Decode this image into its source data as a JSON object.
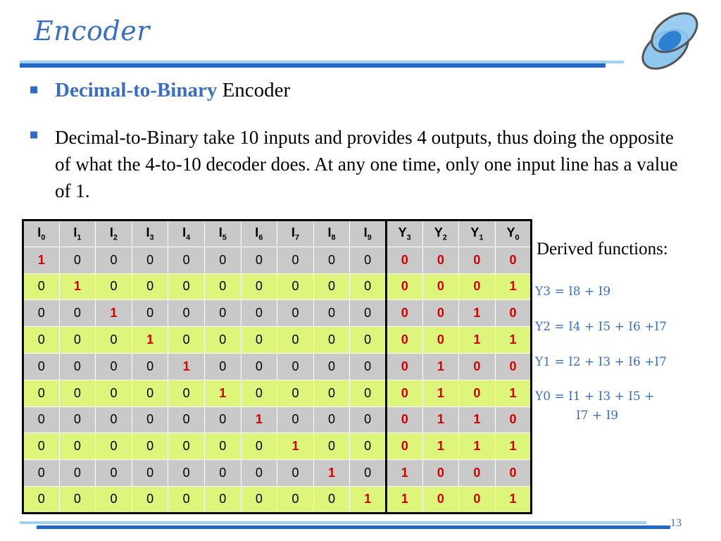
{
  "slide": {
    "title": "Encoder",
    "page_number": "13"
  },
  "bullets": [
    {
      "highlight": "Decimal-to-Binary",
      "rest": " Encoder"
    },
    {
      "text": "Decimal-to-Binary take 10 inputs and provides 4 outputs, thus doing the opposite of what the 4-to-10 decoder does. At any one time, only one input line has a value of 1."
    }
  ],
  "table": {
    "headers": [
      {
        "base": "I",
        "sub": "0"
      },
      {
        "base": "I",
        "sub": "1"
      },
      {
        "base": "I",
        "sub": "2"
      },
      {
        "base": "I",
        "sub": "3"
      },
      {
        "base": "I",
        "sub": "4"
      },
      {
        "base": "I",
        "sub": "5"
      },
      {
        "base": "I",
        "sub": "6"
      },
      {
        "base": "I",
        "sub": "7"
      },
      {
        "base": "I",
        "sub": "8"
      },
      {
        "base": "I",
        "sub": "9"
      },
      {
        "base": "Y",
        "sub": "3"
      },
      {
        "base": "Y",
        "sub": "2"
      },
      {
        "base": "Y",
        "sub": "1"
      },
      {
        "base": "Y",
        "sub": "0"
      }
    ],
    "rows": [
      [
        "1",
        "0",
        "0",
        "0",
        "0",
        "0",
        "0",
        "0",
        "0",
        "0",
        "0",
        "0",
        "0",
        "0"
      ],
      [
        "0",
        "1",
        "0",
        "0",
        "0",
        "0",
        "0",
        "0",
        "0",
        "0",
        "0",
        "0",
        "0",
        "1"
      ],
      [
        "0",
        "0",
        "1",
        "0",
        "0",
        "0",
        "0",
        "0",
        "0",
        "0",
        "0",
        "0",
        "1",
        "0"
      ],
      [
        "0",
        "0",
        "0",
        "1",
        "0",
        "0",
        "0",
        "0",
        "0",
        "0",
        "0",
        "0",
        "1",
        "1"
      ],
      [
        "0",
        "0",
        "0",
        "0",
        "1",
        "0",
        "0",
        "0",
        "0",
        "0",
        "0",
        "1",
        "0",
        "0"
      ],
      [
        "0",
        "0",
        "0",
        "0",
        "0",
        "1",
        "0",
        "0",
        "0",
        "0",
        "0",
        "1",
        "0",
        "1"
      ],
      [
        "0",
        "0",
        "0",
        "0",
        "0",
        "0",
        "1",
        "0",
        "0",
        "0",
        "0",
        "1",
        "1",
        "0"
      ],
      [
        "0",
        "0",
        "0",
        "0",
        "0",
        "0",
        "0",
        "1",
        "0",
        "0",
        "0",
        "1",
        "1",
        "1"
      ],
      [
        "0",
        "0",
        "0",
        "0",
        "0",
        "0",
        "0",
        "0",
        "1",
        "0",
        "1",
        "0",
        "0",
        "0"
      ],
      [
        "0",
        "0",
        "0",
        "0",
        "0",
        "0",
        "0",
        "0",
        "0",
        "1",
        "1",
        "0",
        "0",
        "1"
      ]
    ],
    "colors": {
      "gray": "#c9c9c9",
      "green": "#ddf57a",
      "red": "#d10000"
    }
  },
  "derived": {
    "label": "Derived functions:",
    "y3": "Y3 = I8 + I9",
    "y2": "Y2 = I4 + I5 + I6 +I7",
    "y1": "Y1 = I2 + I3 + I6 +I7",
    "y0_line1": "Y0 = I1 + I3 + I5 +",
    "y0_line2": "I7 + I9"
  },
  "icons": {
    "logo": "overlapping-circles-logo-icon"
  }
}
